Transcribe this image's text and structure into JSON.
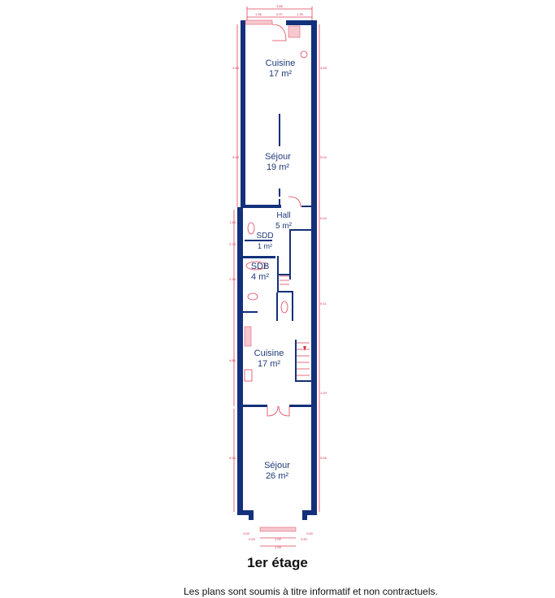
{
  "floor_title": "1er étage",
  "disclaimer": "Les plans sont soumis à titre informatif et non contractuels.",
  "rooms": [
    {
      "name": "Cuisine",
      "area": "17 m²"
    },
    {
      "name": "Séjour",
      "area": "19 m²"
    },
    {
      "name": "Hall",
      "area": "5 m²"
    },
    {
      "name": "SDD",
      "area": "1 m²"
    },
    {
      "name": "SDB",
      "area": "4 m²"
    },
    {
      "name": "Cuisine",
      "area": "17 m²"
    },
    {
      "name": "Séjour",
      "area": "26 m²"
    }
  ],
  "dimensions": {
    "top_total": "3.68",
    "top_segments": [
      "1.36",
      "0.97",
      "1.35"
    ],
    "left": [
      "4.55",
      "5.02",
      "1.45",
      "0.78",
      "2.34",
      "4.86",
      "5.54"
    ],
    "right": [
      "4.55",
      "5.02",
      "0.94",
      "6.11",
      "1.20",
      "5.56"
    ],
    "bay": [
      "0.60",
      "0.50",
      "1.52",
      "1.59",
      "0.50",
      "0.60"
    ]
  },
  "colors": {
    "wall": "#13307a",
    "dimension": "#e0405a",
    "label": "#1f3a7a"
  }
}
